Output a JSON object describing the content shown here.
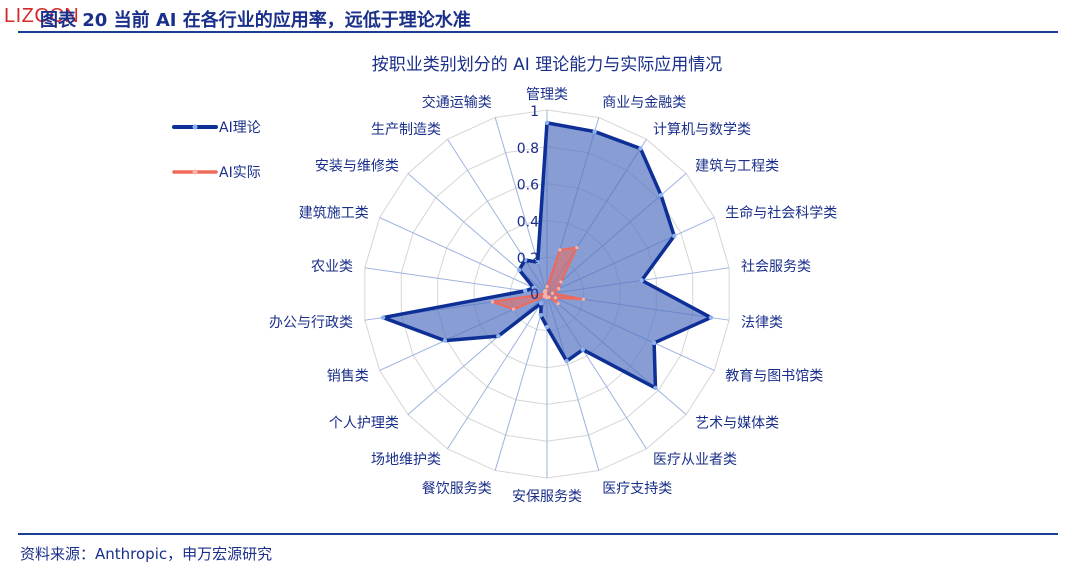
{
  "header": {
    "logo_text": "LIZCCN",
    "figure_title": "图表 20   当前 AI 在各行业的应用率，远低于理论水准"
  },
  "footer": {
    "source": "资料来源：Anthropic，申万宏源研究"
  },
  "colors": {
    "theory": "#0d2f96",
    "theory_fill": "#5474c2",
    "actual": "#ef6a5a",
    "grid": "#d6d6d6",
    "spoke": "#9db3e0",
    "text": "#1a2f8a"
  },
  "chart_data": {
    "type": "radar",
    "title": "按职业类别划分的 AI 理论能力与实际应用情况",
    "legend_position": "top-left",
    "ylim": [
      0,
      1
    ],
    "ticks": [
      "0",
      "0.2",
      "0.4",
      "0.6",
      "0.8",
      "1"
    ],
    "categories": [
      "管理类",
      "商业与金融类",
      "计算机与数学类",
      "建筑与工程类",
      "生命与社会科学类",
      "社会服务类",
      "法律类",
      "教育与图书馆类",
      "艺术与媒体类",
      "医疗从业者类",
      "医疗支持类",
      "安保服务类",
      "餐饮服务类",
      "场地维护类",
      "个人护理类",
      "销售类",
      "办公与行政类",
      "农业类",
      "建筑施工类",
      "安装与维修类",
      "生产制造类",
      "交通运输类"
    ],
    "series": [
      {
        "name": "AI理论",
        "values": [
          0.93,
          0.92,
          0.94,
          0.82,
          0.76,
          0.52,
          0.9,
          0.64,
          0.78,
          0.36,
          0.38,
          0.18,
          0.12,
          0.06,
          0.35,
          0.61,
          0.9,
          0.12,
          0.08,
          0.2,
          0.22,
          0.18
        ]
      },
      {
        "name": "AI实际",
        "values": [
          0.04,
          0.25,
          0.3,
          0.1,
          0.07,
          0.03,
          0.2,
          0.05,
          0.08,
          0.02,
          0.02,
          0.02,
          0.02,
          0.01,
          0.02,
          0.2,
          0.3,
          0.01,
          0.01,
          0.02,
          0.02,
          0.02
        ]
      }
    ]
  }
}
